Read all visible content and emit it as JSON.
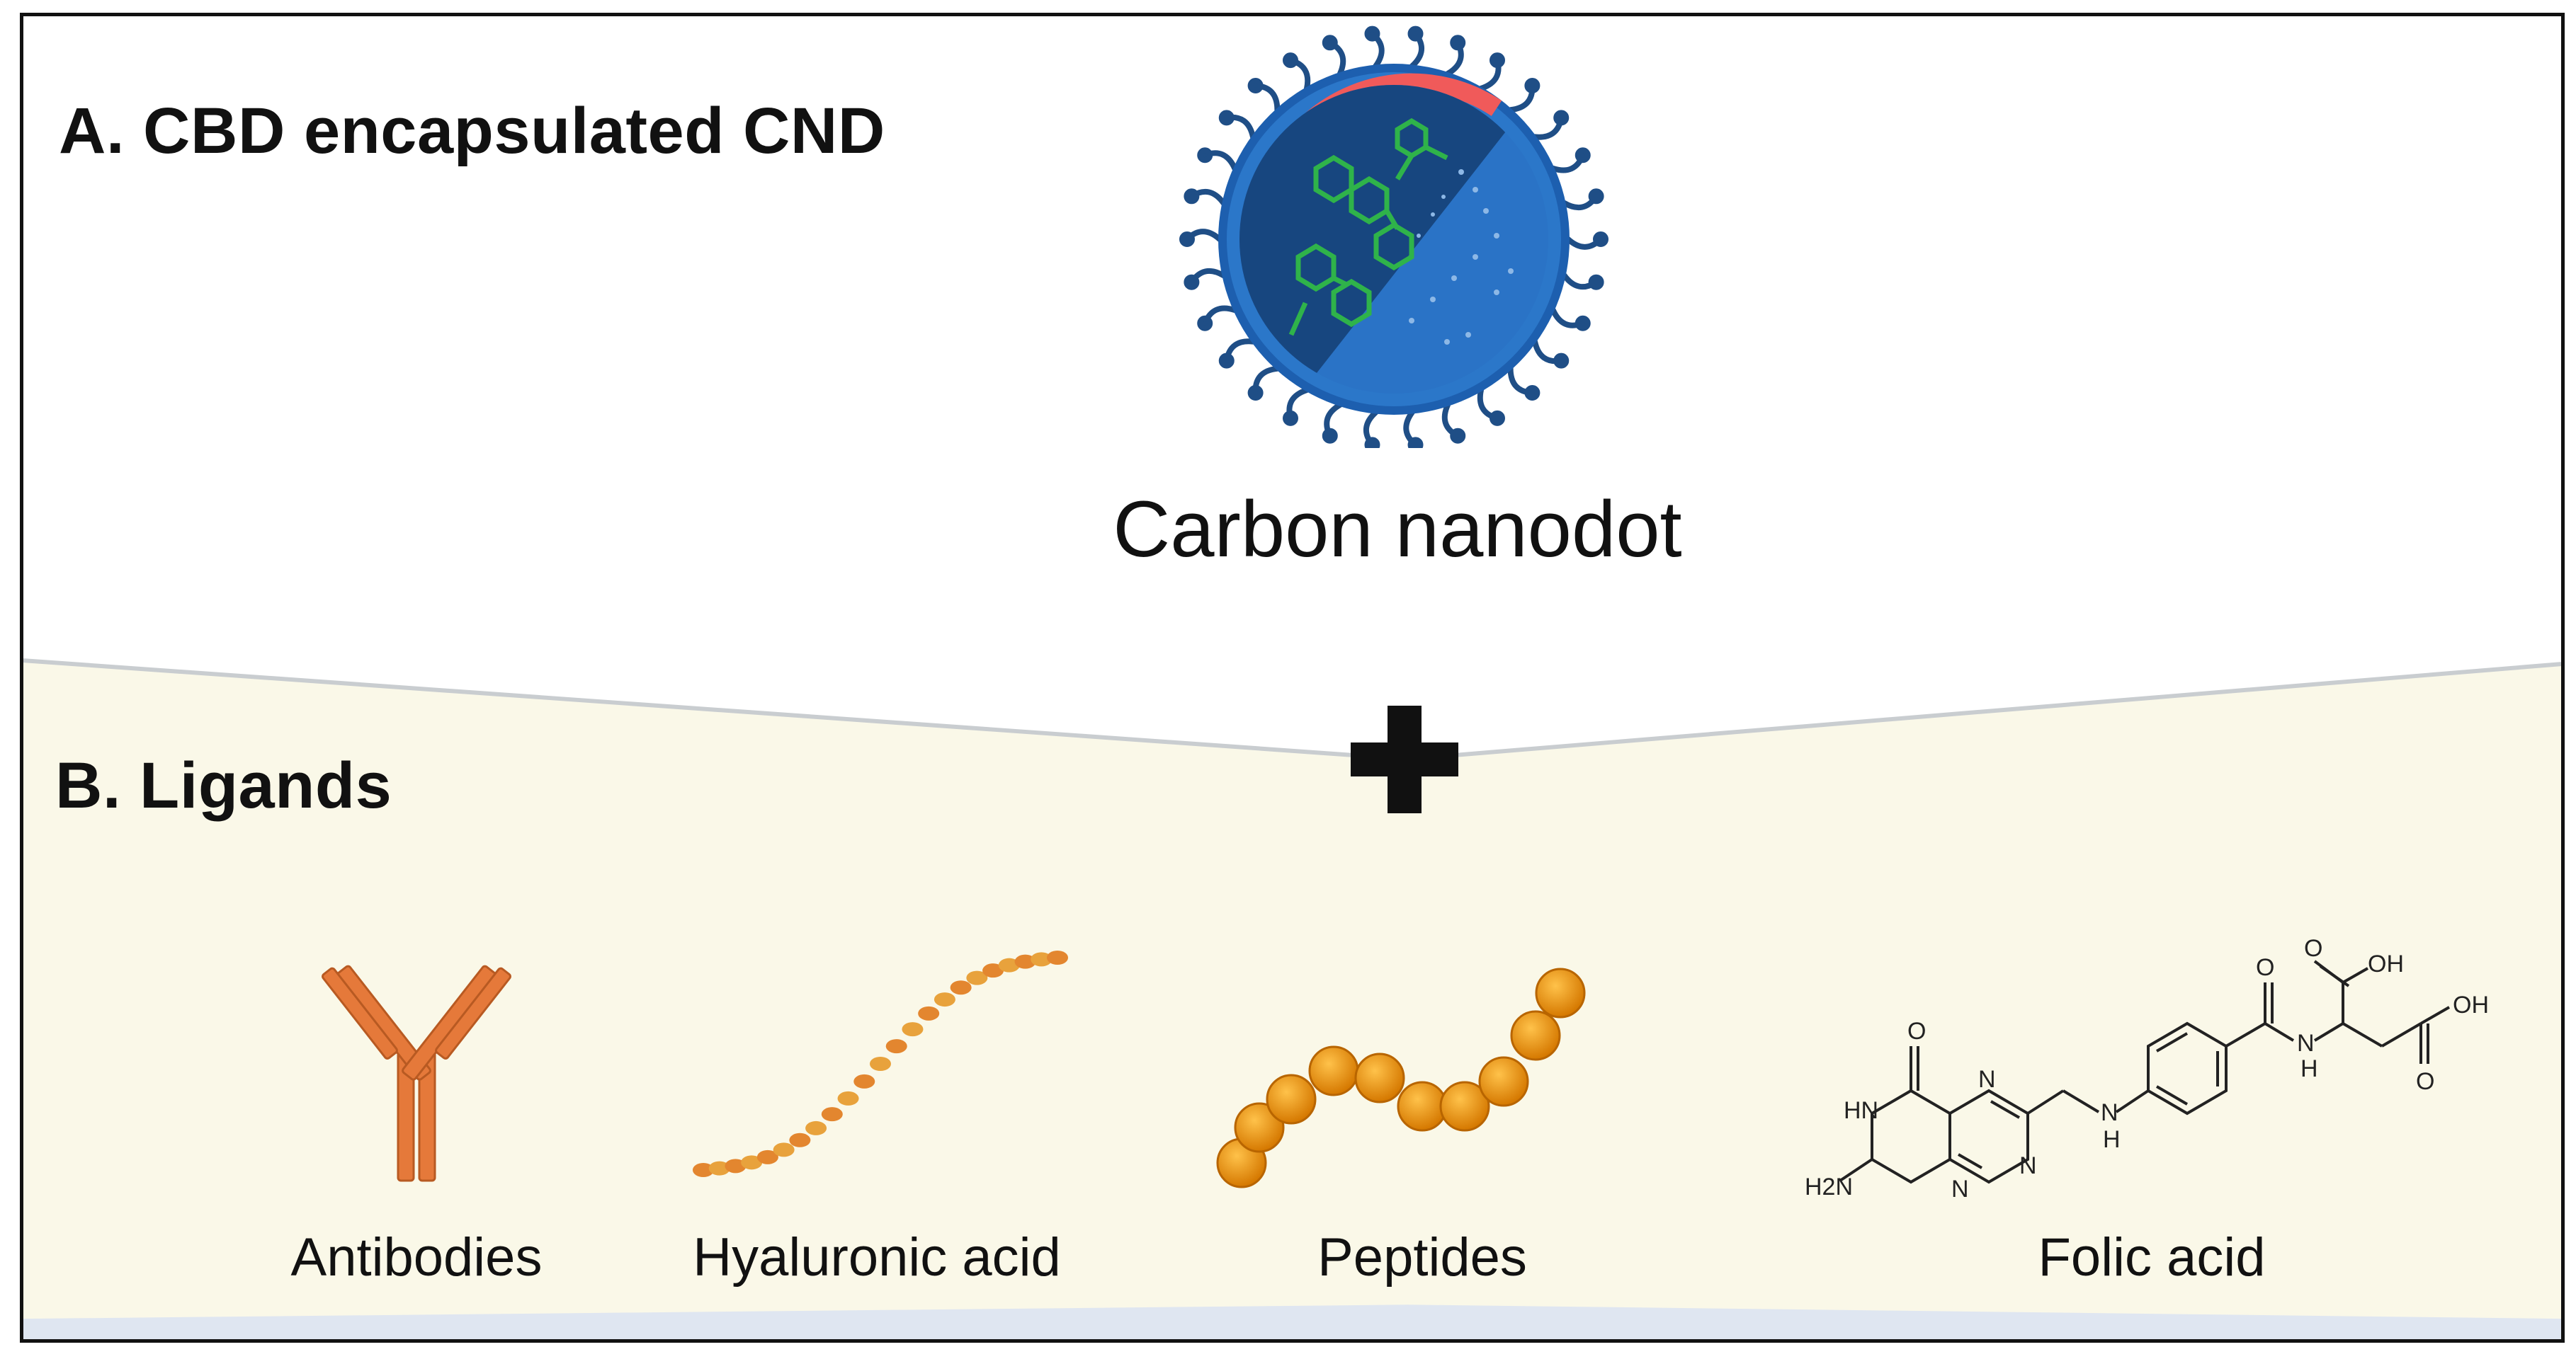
{
  "panel_a": {
    "title": "A. CBD encapsulated CND",
    "caption": "Carbon nanodot",
    "icon": "carbon-nanodot-icon"
  },
  "plus_icon": "plus-icon",
  "panel_b": {
    "title": "B. Ligands",
    "items": [
      {
        "label": "Antibodies",
        "icon": "antibody-icon",
        "color": "#E5793A"
      },
      {
        "label": "Hyaluronic acid",
        "icon": "hyaluronic-acid-chain-icon",
        "color": "#E8A23C"
      },
      {
        "label": "Peptides",
        "icon": "peptide-chain-icon",
        "color": "#E8921A"
      },
      {
        "label": "Folic acid",
        "icon": "folic-acid-structure-icon",
        "color": "#222222"
      }
    ]
  },
  "folic_acid_atoms": [
    "O",
    "HN",
    "N",
    "N",
    "N",
    "H2N",
    "N",
    "H",
    "O",
    "N",
    "H",
    "OH",
    "O",
    "OH",
    "O"
  ],
  "colors": {
    "panel_b_background": "#FAF8E8",
    "nanodot_core": "#1A4F93",
    "nanodot_shell": "#2B77C9",
    "nanodot_band": "#F05A5A",
    "cbd_molecule": "#2FB34A"
  }
}
